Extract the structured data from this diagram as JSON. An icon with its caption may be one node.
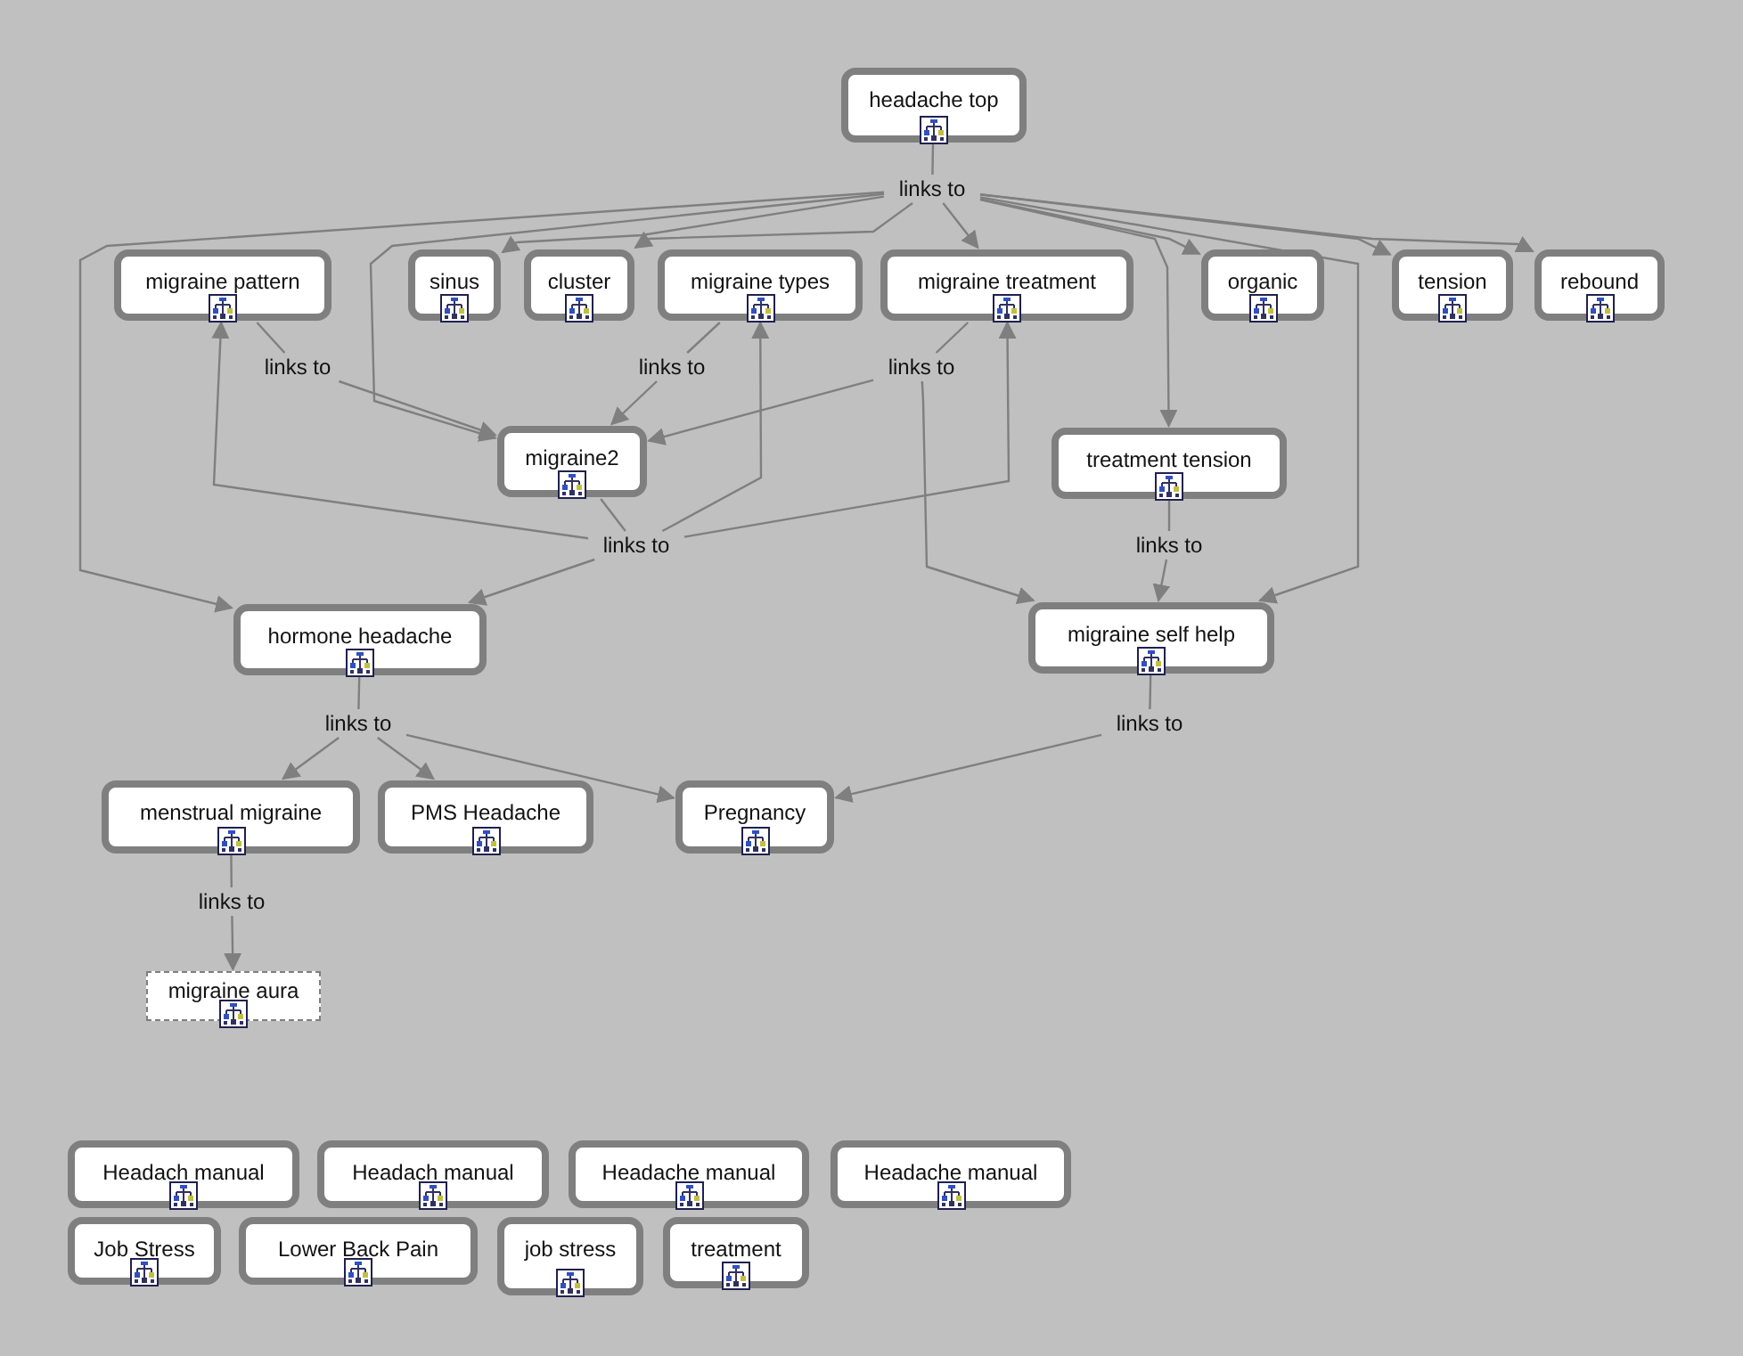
{
  "diagram": {
    "nodes": [
      {
        "text": [
          "headache top"
        ]
      },
      {
        "text": [
          "links to"
        ]
      },
      {
        "text": [
          "migraine pattern"
        ]
      },
      {
        "text": [
          "sinus"
        ]
      },
      {
        "text": [
          "cluster"
        ]
      },
      {
        "text": [
          "migraine types"
        ]
      },
      {
        "text": [
          "migraine treatment"
        ]
      },
      {
        "text": [
          "organic"
        ]
      },
      {
        "text": [
          "tension"
        ]
      },
      {
        "text": [
          "rebound"
        ]
      },
      {
        "text": [
          "links to"
        ]
      },
      {
        "text": [
          "links to"
        ]
      },
      {
        "text": [
          "links to"
        ]
      },
      {
        "text": [
          "migraine2"
        ]
      },
      {
        "text": [
          "treatment tension"
        ]
      },
      {
        "text": [
          "links to"
        ]
      },
      {
        "text": [
          "links to"
        ]
      },
      {
        "text": [
          "hormone headache"
        ]
      },
      {
        "text": [
          "migraine self help"
        ]
      },
      {
        "text": [
          "links to"
        ]
      },
      {
        "text": [
          "links to"
        ]
      },
      {
        "text": [
          "menstrual migraine"
        ]
      },
      {
        "text": [
          "PMS Headache"
        ]
      },
      {
        "text": [
          "Pregnancy"
        ]
      },
      {
        "text": [
          "links to"
        ]
      },
      {
        "text": [
          "migraine aura"
        ]
      },
      {
        "text": [
          "Headach manual"
        ]
      },
      {
        "text": [
          "Headach manual"
        ]
      },
      {
        "text": [
          "Headache manual"
        ]
      },
      {
        "text": [
          "Headache manual"
        ]
      },
      {
        "text": [
          "Job Stress"
        ]
      },
      {
        "text": [
          "Lower Back Pain"
        ]
      },
      {
        "text": [
          "job stress"
        ]
      },
      {
        "text": [
          "treatment"
        ]
      }
    ],
    "edges": [
      {
        "from": 0,
        "to": 1,
        "arrow": "none"
      },
      {
        "from": 1,
        "to": 17,
        "arrow": "to"
      },
      {
        "from": 1,
        "to": 13,
        "arrow": "to"
      },
      {
        "from": 1,
        "to": 3,
        "arrow": "to"
      },
      {
        "from": 1,
        "to": 4,
        "arrow": "to"
      },
      {
        "from": 1,
        "to": 6,
        "arrow": "to"
      },
      {
        "from": 1,
        "to": 7,
        "arrow": "to"
      },
      {
        "from": 1,
        "to": 14,
        "arrow": "to"
      },
      {
        "from": 1,
        "to": 8,
        "arrow": "to"
      },
      {
        "from": 1,
        "to": 9,
        "arrow": "to"
      },
      {
        "from": 1,
        "to": 18,
        "arrow": "to"
      },
      {
        "from": 2,
        "to": 10,
        "arrow": "none"
      },
      {
        "from": 10,
        "to": 13,
        "arrow": "to"
      },
      {
        "from": 5,
        "to": 11,
        "arrow": "none"
      },
      {
        "from": 11,
        "to": 13,
        "arrow": "to"
      },
      {
        "from": 6,
        "to": 12,
        "arrow": "none"
      },
      {
        "from": 12,
        "to": 13,
        "arrow": "to"
      },
      {
        "from": 12,
        "to": 18,
        "arrow": "to"
      },
      {
        "from": 13,
        "to": 15,
        "arrow": "none"
      },
      {
        "from": 15,
        "to": 2,
        "arrow": "to"
      },
      {
        "from": 15,
        "to": 5,
        "arrow": "to"
      },
      {
        "from": 15,
        "to": 6,
        "arrow": "to"
      },
      {
        "from": 15,
        "to": 17,
        "arrow": "to"
      },
      {
        "from": 14,
        "to": 16,
        "arrow": "none"
      },
      {
        "from": 16,
        "to": 18,
        "arrow": "to"
      },
      {
        "from": 17,
        "to": 19,
        "arrow": "none"
      },
      {
        "from": 19,
        "to": 21,
        "arrow": "to"
      },
      {
        "from": 19,
        "to": 22,
        "arrow": "to"
      },
      {
        "from": 19,
        "to": 23,
        "arrow": "to"
      },
      {
        "from": 18,
        "to": 20,
        "arrow": "none"
      },
      {
        "from": 20,
        "to": 23,
        "arrow": "to"
      },
      {
        "from": 21,
        "to": 24,
        "arrow": "none"
      },
      {
        "from": 24,
        "to": 25,
        "arrow": "to"
      }
    ]
  }
}
